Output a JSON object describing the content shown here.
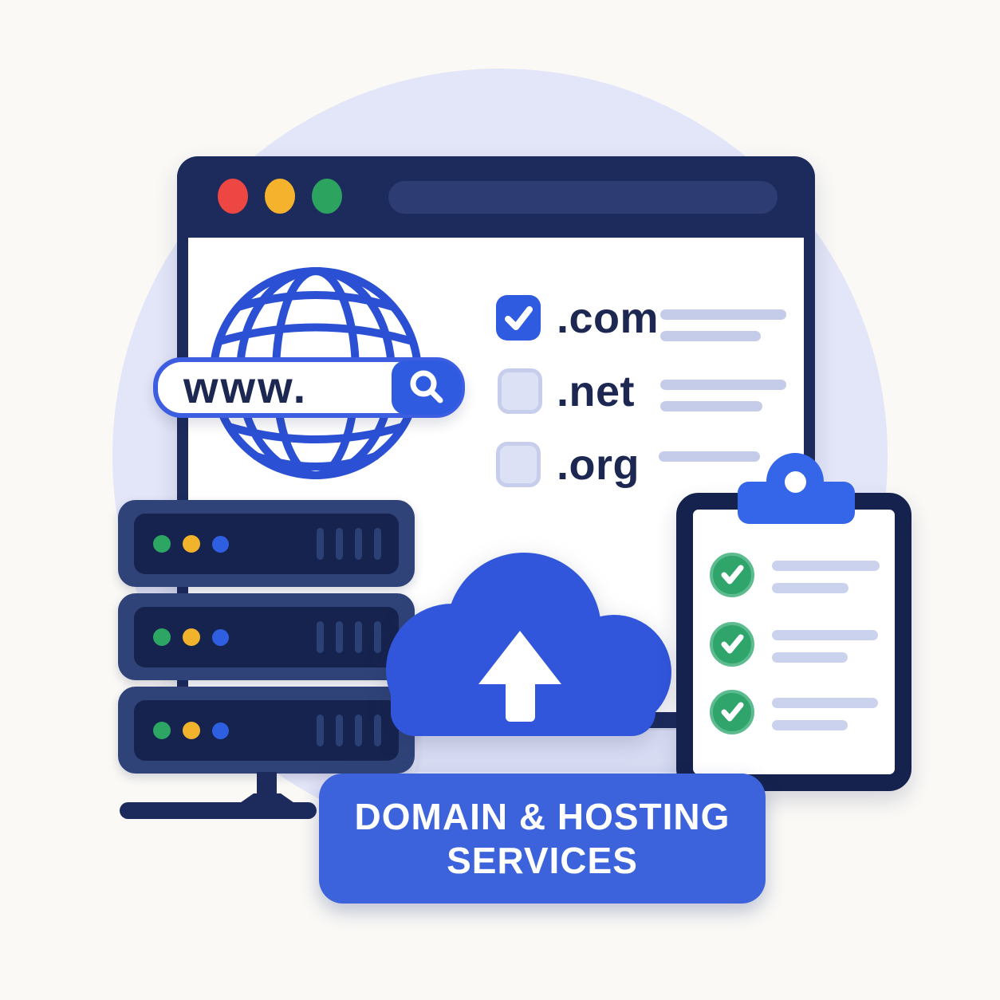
{
  "scene": {
    "background_color": "#faf9f6",
    "circle_color": "#e3e5f8",
    "navy_color": "#1c2a5c",
    "accent_blue": "#2e5be0"
  },
  "browser": {
    "titlebar_color": "#1c2a5c",
    "traffic_lights": {
      "red": "#ee4743",
      "yellow": "#f5b22c",
      "green": "#2ca45f"
    },
    "address_bar_color": "#2d3c72",
    "globe": {
      "icon": "globe-icon",
      "color": "#2b50d4"
    },
    "search": {
      "value": "www.",
      "button_icon": "magnifier-icon",
      "button_color": "#2e5be0",
      "border_color": "#3e5ee1"
    },
    "domain_options": [
      {
        "label": ".com",
        "checked": true,
        "placeholder_lines": 2
      },
      {
        "label": ".net",
        "checked": false,
        "placeholder_lines": 2
      },
      {
        "label": ".org",
        "checked": false,
        "placeholder_lines": 1
      }
    ],
    "checkbox_checked_color": "#2e5be0",
    "checkbox_unchecked_color": "#dde1f5",
    "placeholder_line_color": "#c5ccea",
    "text_color": "#1c2752"
  },
  "server_rack": {
    "unit_count": 3,
    "body_color": "#2f4378",
    "panel_color": "#16234e",
    "led_colors": {
      "green": "#2da664",
      "yellow": "#f1b32b",
      "blue": "#2f5fe1"
    },
    "vents_per_unit": 4,
    "stand_color": "#1c2a5c"
  },
  "cloud": {
    "icon": "cloud-upload-icon",
    "color": "#3156db",
    "arrow_color": "#ffffff"
  },
  "clipboard": {
    "border_color": "#15224e",
    "clip_color": "#3565e9",
    "check_color": "#2fa56c",
    "line_color": "#cbd2ee",
    "items": [
      {
        "checked": true,
        "placeholder_lines": 2
      },
      {
        "checked": true,
        "placeholder_lines": 2
      },
      {
        "checked": true,
        "placeholder_lines": 2
      }
    ]
  },
  "banner": {
    "line1": "DOMAIN & HOSTING",
    "line2": "SERVICES",
    "color": "#3c63db",
    "text_color": "#ffffff"
  }
}
